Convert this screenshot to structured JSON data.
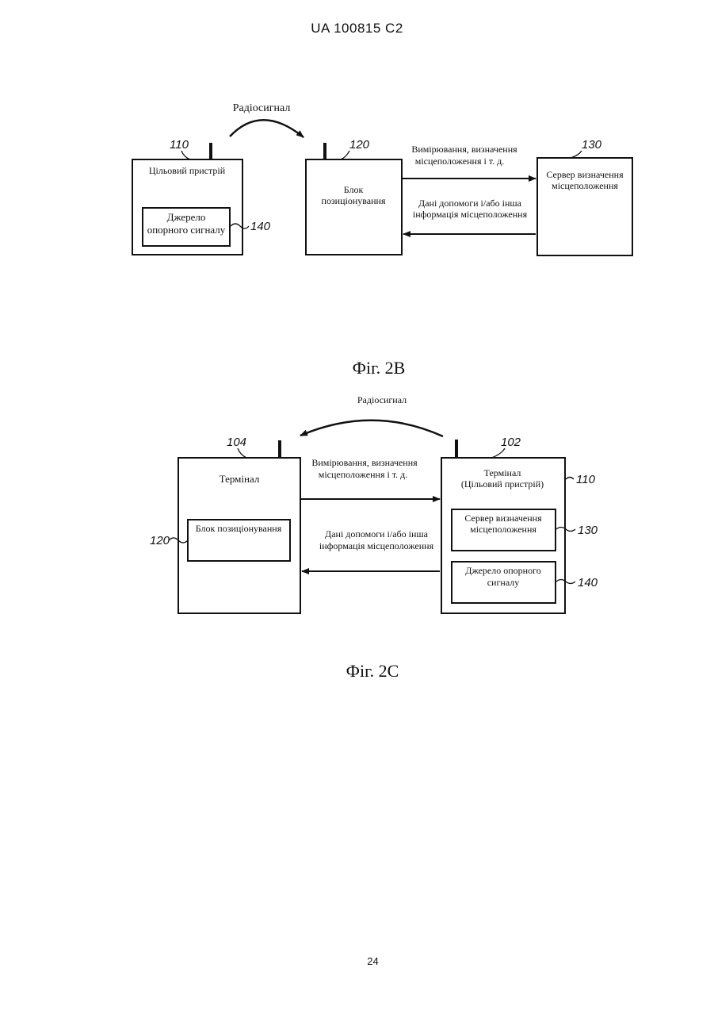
{
  "header": "UA   100815   C2",
  "page_number": "24",
  "fig2b": {
    "caption": "Фіг. 2В",
    "radio": "Радіосигнал",
    "target_device": "Цільовий пристрій",
    "ref_source": [
      "Джерело",
      "опорного сигналу"
    ],
    "positioning_block": [
      "Блок",
      "позиціонування"
    ],
    "server": [
      "Сервер визначення",
      "місцеположення"
    ],
    "measurements": [
      "Вимірювання, визначення",
      "місцеположення і т. д."
    ],
    "assist": [
      "Дані допомоги і/або інша",
      "інформація місцеположення"
    ],
    "labels": {
      "n110": "110",
      "n120": "120",
      "n130": "130",
      "n140": "140"
    }
  },
  "fig2c": {
    "caption": "Фіг. 2С",
    "radio": "Радіосигнал",
    "terminal_left": "Термінал",
    "positioning_block": "Блок позиціонування",
    "terminal_right": [
      "Термінал",
      "(Цільовий пристрій)"
    ],
    "server": [
      "Сервер визначення",
      "місцеположення"
    ],
    "ref_source": [
      "Джерело опорного",
      "сигналу"
    ],
    "measurements": [
      "Вимірювання, визначення",
      "місцеположення і т. д."
    ],
    "assist": [
      "Дані допомоги і/або інша",
      "інформація місцеположення"
    ],
    "labels": {
      "n104": "104",
      "n102": "102",
      "n110": "110",
      "n120": "120",
      "n130": "130",
      "n140": "140"
    }
  }
}
